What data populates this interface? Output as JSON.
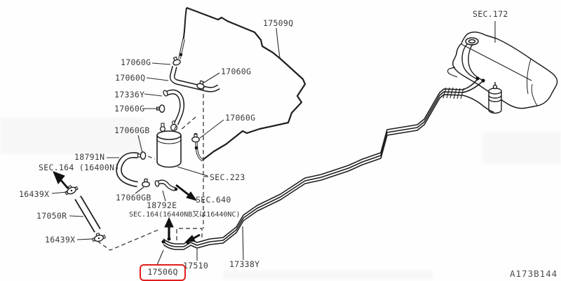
{
  "diagram": {
    "code": "A173B144",
    "highlighted_part": "17506Q",
    "highlight_color": "#df1e1c",
    "line_color": "#1e1e1e",
    "text_color": "#383838"
  },
  "labels": [
    {
      "text": "17509Q"
    },
    {
      "text": "SEC.172"
    },
    {
      "text": "17060G"
    },
    {
      "text": "17060Q"
    },
    {
      "text": "17336Y"
    },
    {
      "text": "17060G"
    },
    {
      "text": "17060GB"
    },
    {
      "text": "17060G"
    },
    {
      "text": "17060G"
    },
    {
      "text": "18791N"
    },
    {
      "text": "SEC.164 (16400N)"
    },
    {
      "text": "16439X"
    },
    {
      "text": "17050R"
    },
    {
      "text": "16439X"
    },
    {
      "text": "17060GB"
    },
    {
      "text": "18792E"
    },
    {
      "text": "SEC.164(16440NB又は16440NC)"
    },
    {
      "text": "SEC.223"
    },
    {
      "text": "SEC.640"
    },
    {
      "text": "17510"
    },
    {
      "text": "17338Y"
    },
    {
      "text": "17506Q"
    },
    {
      "text": "A173B144"
    }
  ]
}
